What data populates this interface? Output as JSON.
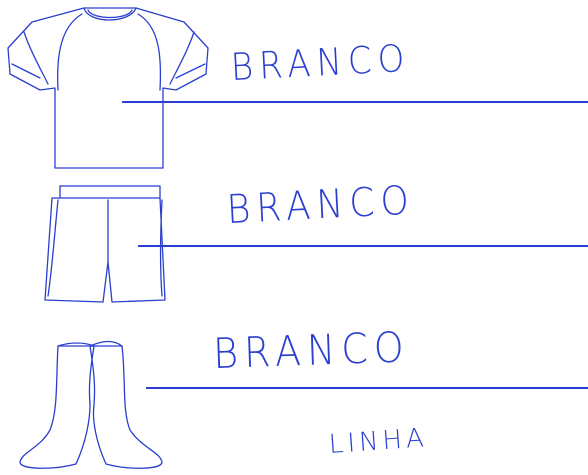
{
  "labels": {
    "shirt_color": "BRANCO",
    "shorts_color": "BRANCO",
    "socks_color": "BRANCO",
    "note": "LINHA"
  },
  "colors": {
    "ink": "#2a3fcf",
    "background": "#ffffff"
  }
}
